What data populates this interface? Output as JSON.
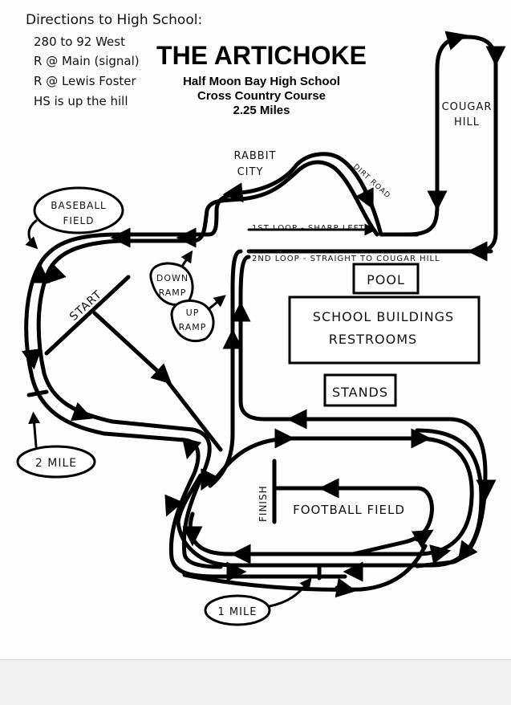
{
  "directions": {
    "heading": "Directions to High School:",
    "lines": [
      "280 to 92 West",
      "R @ Main (signal)",
      "R @ Lewis Foster",
      "HS is up the hill"
    ]
  },
  "header": {
    "title": "THE ARTICHOKE",
    "subtitle_1": "Half Moon Bay High School",
    "subtitle_2": "Cross Country Course",
    "subtitle_3": "2.25 Miles"
  },
  "labels": {
    "cougar_hill_1": "COUGAR",
    "cougar_hill_2": "HILL",
    "rabbit_city_1": "RABBIT",
    "rabbit_city_2": "CITY",
    "dirt_road": "DIRT ROAD",
    "baseball_1": "BASEBALL",
    "baseball_2": "FIELD",
    "first_loop": "1ST LOOP - SHARP LEFT",
    "second_loop": "2ND LOOP - STRAIGHT TO COUGAR HILL",
    "pool": "POOL",
    "down_ramp_1": "DOWN",
    "down_ramp_2": "RAMP",
    "up_ramp_1": "UP",
    "up_ramp_2": "RAMP",
    "start": "START",
    "school_1": "SCHOOL BUILDINGS",
    "school_2": "RESTROOMS",
    "stands": "STANDS",
    "two_mile": "2 MILE",
    "finish": "FINISH",
    "football": "FOOTBALL FIELD",
    "one_mile": "1 MILE"
  }
}
